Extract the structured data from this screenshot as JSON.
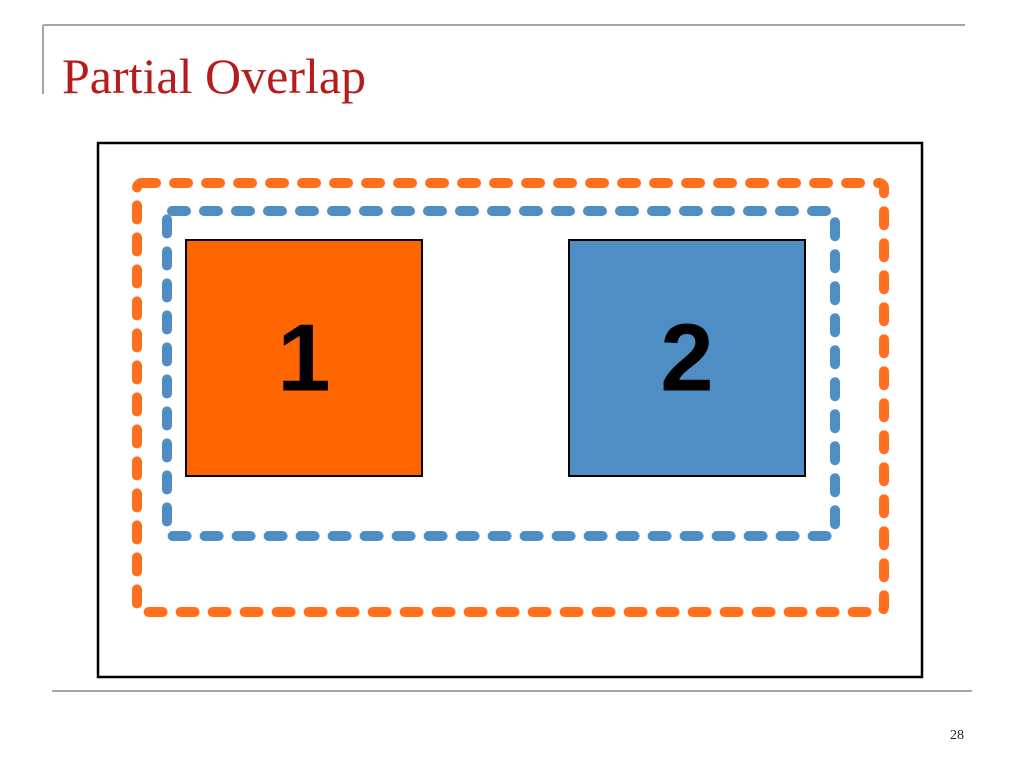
{
  "slide": {
    "title": "Partial Overlap",
    "page_number": "28"
  },
  "diagram": {
    "boxes": [
      {
        "id": "box-1",
        "label": "1",
        "fill": "#FF6600"
      },
      {
        "id": "box-2",
        "label": "2",
        "fill": "#4F8EC5"
      }
    ],
    "outer_region_color": "#FF6F1E",
    "inner_region_color": "#4F8EC5"
  },
  "colors": {
    "title": "#B71C1C",
    "rule_lines": "#A6A6A6",
    "frame_border": "#000000",
    "page_number": "#222222"
  }
}
